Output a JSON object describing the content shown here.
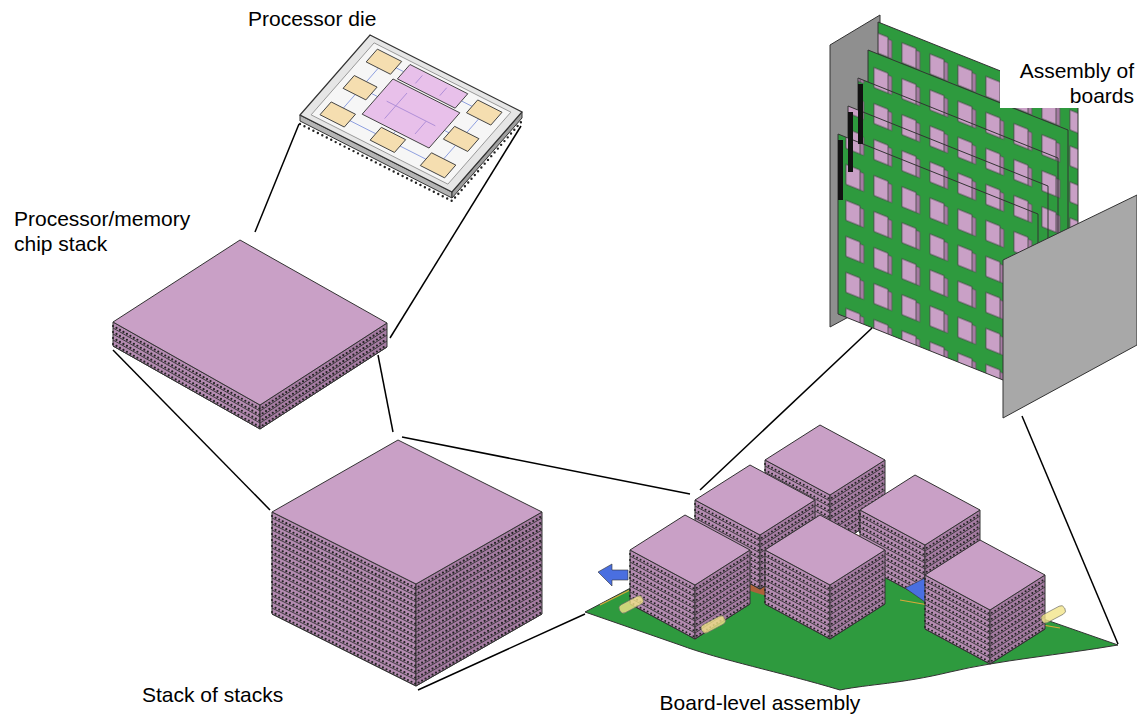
{
  "diagram": {
    "labels": [
      "Processor die",
      "Assembly of boards",
      "Processor/memory chip stack",
      "Stack of stacks",
      "Board-level assembly"
    ]
  }
}
